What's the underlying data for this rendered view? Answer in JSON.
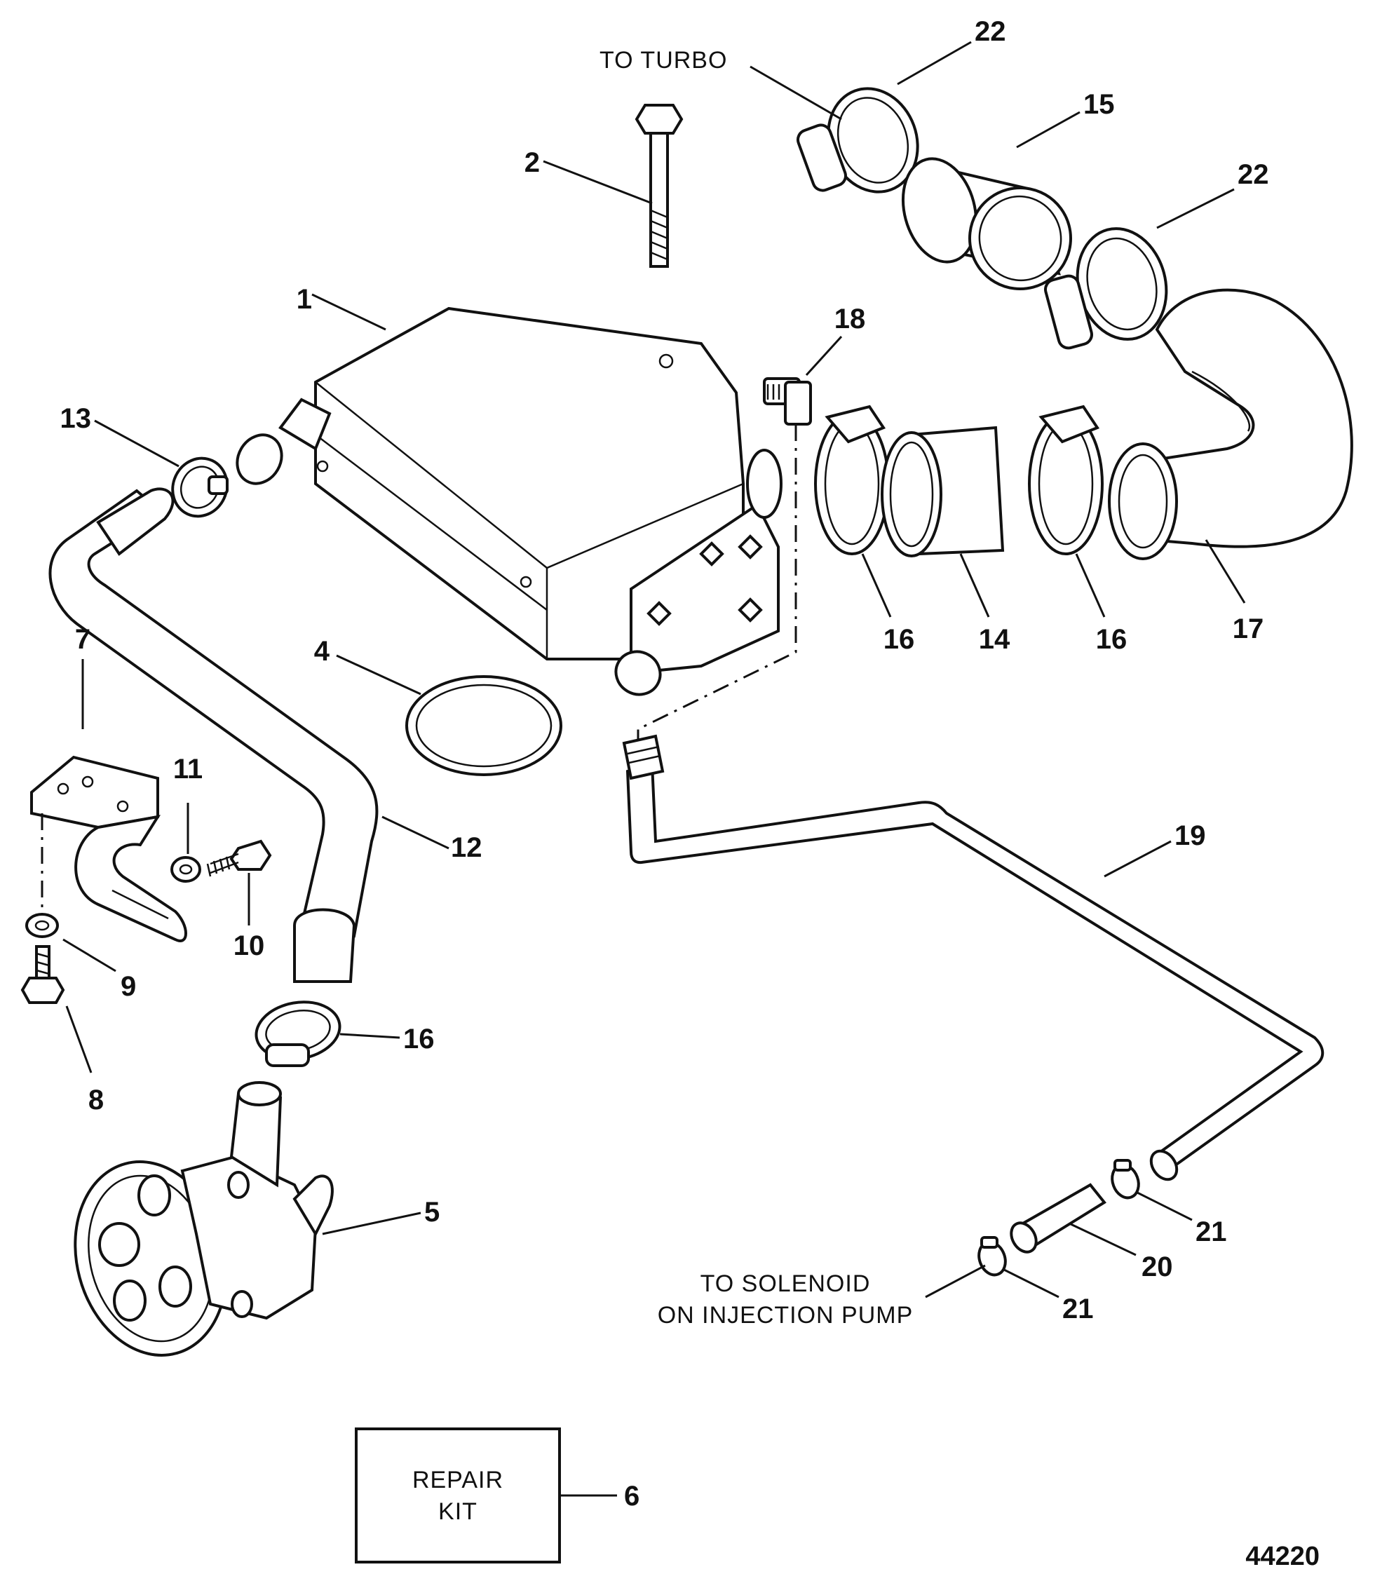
{
  "callouts": {
    "c1": "1",
    "c2": "2",
    "c4": "4",
    "c5": "5",
    "c6": "6",
    "c7": "7",
    "c8": "8",
    "c9": "9",
    "c10": "10",
    "c11": "11",
    "c12": "12",
    "c13": "13",
    "c14": "14",
    "c15": "15",
    "c16a": "16",
    "c16b": "16",
    "c16c": "16",
    "c17": "17",
    "c18": "18",
    "c19": "19",
    "c20": "20",
    "c21a": "21",
    "c21b": "21",
    "c22a": "22",
    "c22b": "22"
  },
  "notes": {
    "to_turbo": "TO TURBO",
    "to_solenoid_line1": "TO SOLENOID",
    "to_solenoid_line2": "ON INJECTION PUMP"
  },
  "repair_kit": {
    "line1": "REPAIR",
    "line2": "KIT"
  },
  "figure_number": "44220"
}
